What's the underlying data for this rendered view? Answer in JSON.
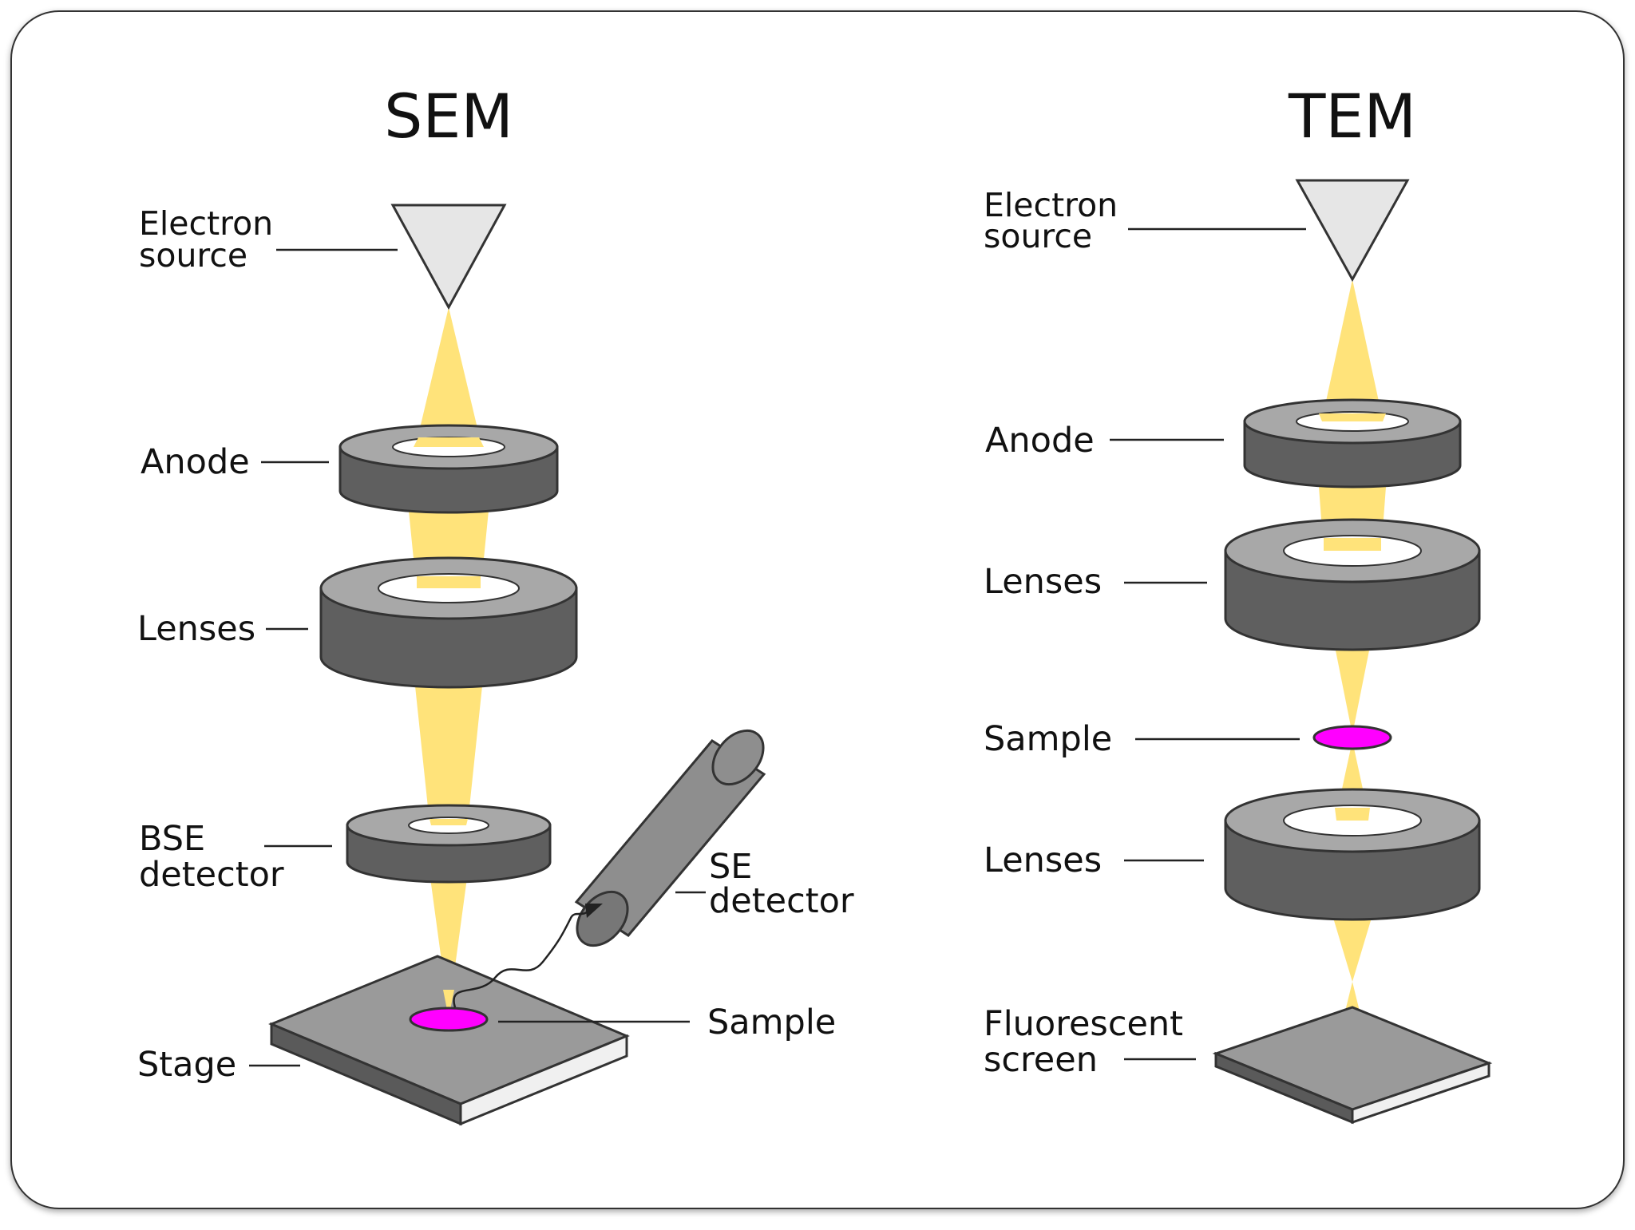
{
  "sem": {
    "title": "SEM",
    "labels": {
      "electron_source": [
        "Electron",
        "source"
      ],
      "anode": "Anode",
      "lenses": "Lenses",
      "bse_detector": [
        "BSE",
        "detector"
      ],
      "se_detector": [
        "SE",
        "detector"
      ],
      "sample": "Sample",
      "stage": "Stage"
    }
  },
  "tem": {
    "title": "TEM",
    "labels": {
      "electron_source": [
        "Electron",
        "source"
      ],
      "anode": "Anode",
      "lenses_1": "Lenses",
      "sample": "Sample",
      "lenses_2": "Lenses",
      "fluorescent_screen": [
        "Fluorescent",
        "screen"
      ]
    }
  },
  "colors": {
    "beam": "#FFE37A",
    "ring_top": "#A8A8A8",
    "ring_side": "#5F5F5F",
    "sample": "#FF00FF",
    "source": "#E6E6E6",
    "stage_top": "#9A9A9A",
    "stage_side": "#5A5A5A",
    "stage_edge": "#F0F0F0"
  }
}
